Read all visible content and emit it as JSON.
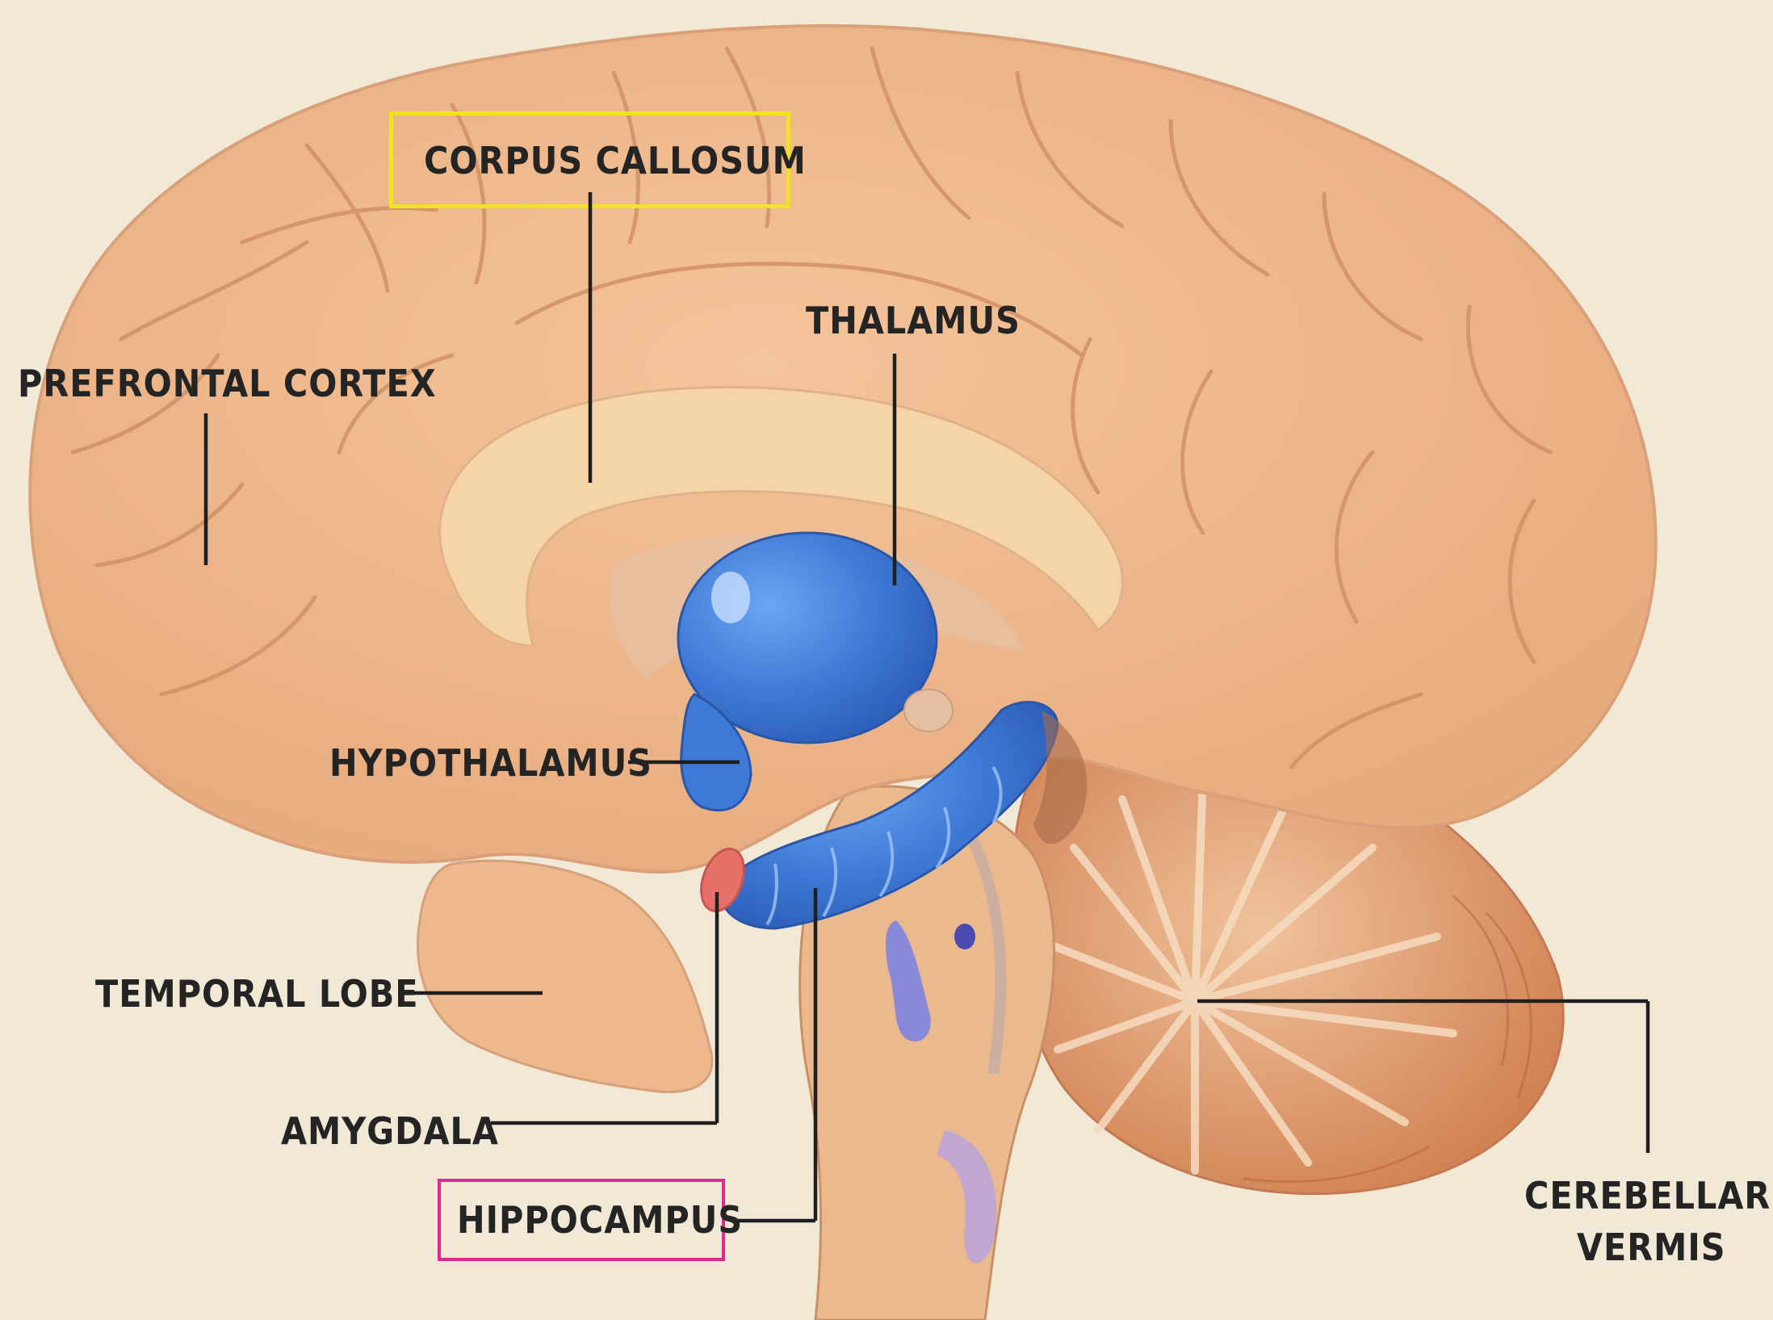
{
  "labels": {
    "corpus_callosum": "CORPUS CALLOSUM",
    "thalamus": "THALAMUS",
    "prefrontal_cortex": "PREFRONTAL CORTEX",
    "hypothalamus": "HYPOTHALAMUS",
    "temporal_lobe": "TEMPORAL LOBE",
    "amygdala": "AMYGDALA",
    "hippocampus": "HIPPOCAMPUS",
    "cerebellar_vermis_line1": "CEREBELLAR",
    "cerebellar_vermis_line2": "VERMIS"
  },
  "highlights": {
    "corpus_callosum": "#f2e12a",
    "hippocampus": "#e0288e"
  },
  "colors": {
    "background": "#f2e8d6",
    "cortex": "#eeb68c",
    "corpus_callosum_band": "#f5d4a8",
    "limbic_blue": "#3f79d6",
    "amygdala": "#e8706a",
    "cerebellum": "#d98a5a",
    "brainstem": "#eab98e",
    "ventricle_violet": "#8a88d8"
  }
}
